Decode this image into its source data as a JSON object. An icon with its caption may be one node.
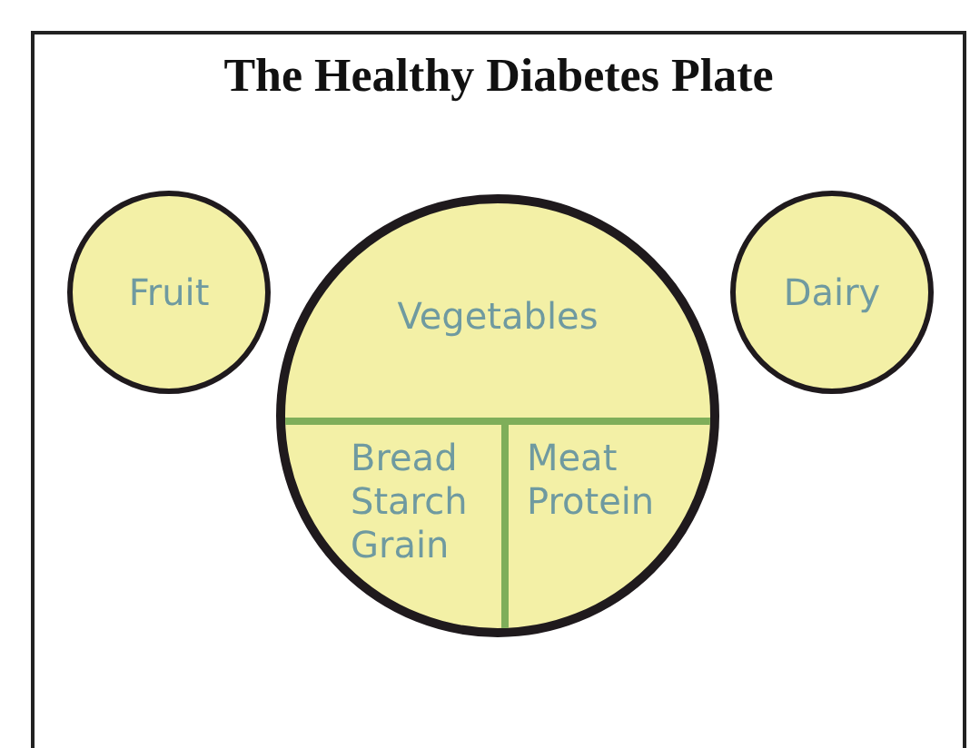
{
  "diagram": {
    "title": "The Healthy Diabetes Plate",
    "nodes": [
      {
        "text": [
          "Fruit"
        ]
      },
      {
        "text": [],
        "shape": "circle"
      },
      {
        "text": [
          "Vegetables"
        ],
        "in": 1
      },
      {
        "text": [
          "Bread Starch Grain"
        ],
        "in": 1
      },
      {
        "text": [
          "Meat Protein"
        ],
        "in": 1
      },
      {
        "text": [
          "Dairy"
        ]
      }
    ]
  }
}
